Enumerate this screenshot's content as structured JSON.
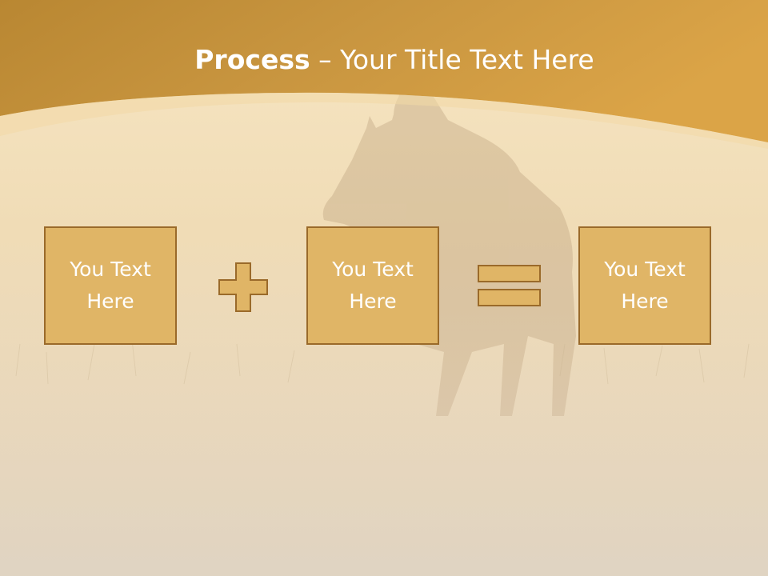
{
  "slide": {
    "title_bold": "Process",
    "title_rest": " – Your Title Text Here",
    "boxes": [
      {
        "text": "You Text Here"
      },
      {
        "text": "You Text Here"
      },
      {
        "text": "You Text Here"
      }
    ],
    "operators": [
      "plus-icon",
      "equals-icon"
    ],
    "colors": {
      "header": "#c99b43",
      "box_fill": "#e0b566",
      "box_border": "#9a6a2a",
      "title_text": "#ffffff"
    }
  }
}
